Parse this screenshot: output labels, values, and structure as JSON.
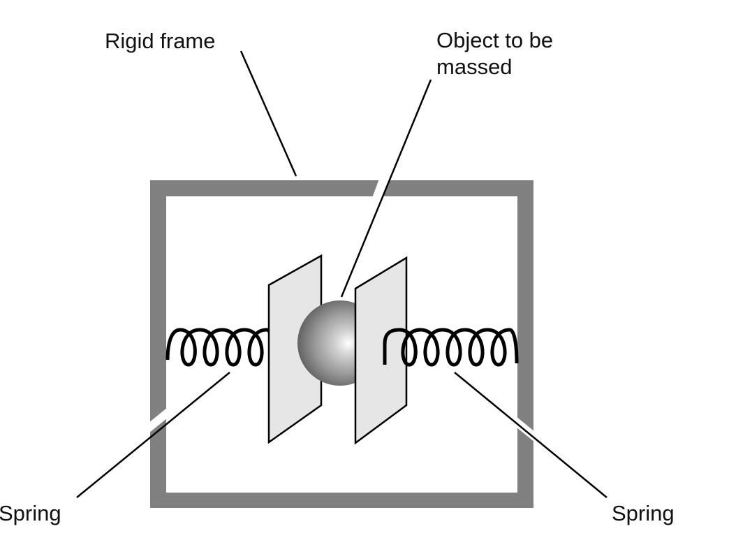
{
  "diagram": {
    "title": "Inertial balance schematic",
    "labels": {
      "rigid_frame": "Rigid frame",
      "object_line1": "Object to be",
      "object_line2": "massed",
      "spring_left": "Spring",
      "spring_right": "Spring"
    },
    "colors": {
      "frame": "#808080",
      "plate_fill": "#e6e6e6",
      "stroke": "#000000",
      "ball_dark": "#5a5a5a",
      "ball_light": "#ffffff",
      "background": "#ffffff"
    },
    "components": [
      {
        "name": "rigid-frame",
        "label": "Rigid frame"
      },
      {
        "name": "object-ball",
        "label": "Object to be massed"
      },
      {
        "name": "left-spring",
        "label": "Spring"
      },
      {
        "name": "right-spring",
        "label": "Spring"
      },
      {
        "name": "left-plate",
        "label": ""
      },
      {
        "name": "right-plate",
        "label": ""
      }
    ]
  }
}
